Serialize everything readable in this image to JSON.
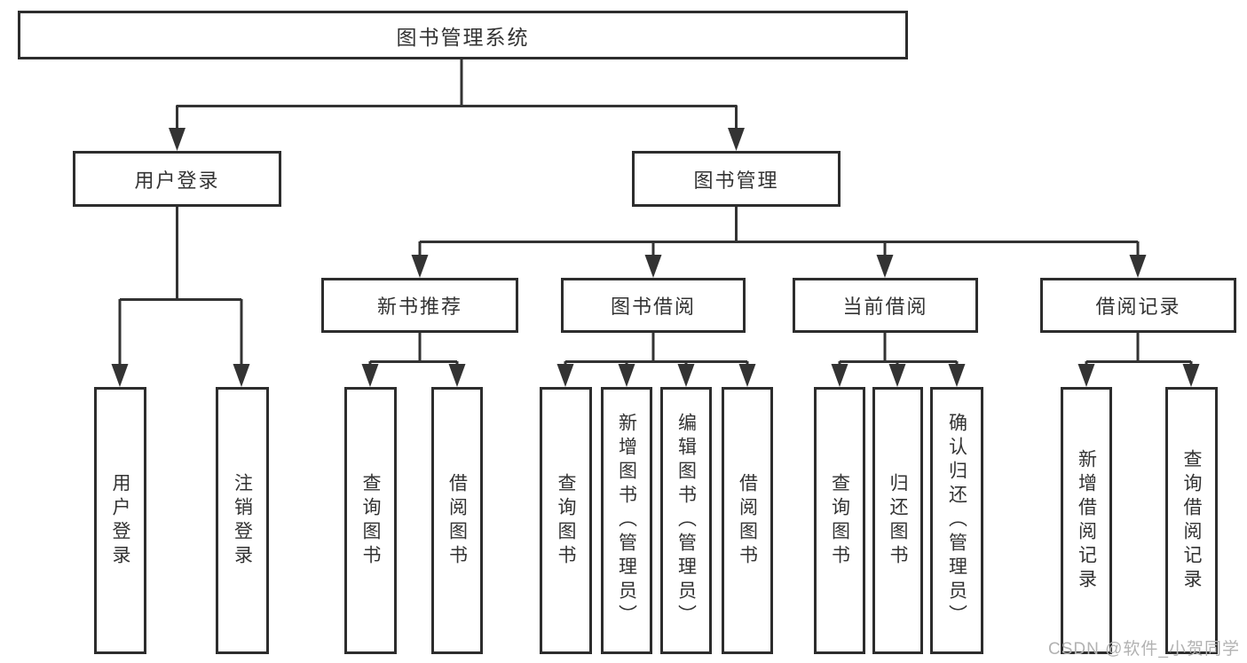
{
  "nodes": {
    "root": "图书管理系统",
    "user_login": "用户登录",
    "book_mgmt": "图书管理",
    "new_books": "新书推荐",
    "book_borrow": "图书借阅",
    "current_borrow": "当前借阅",
    "borrow_records": "借阅记录",
    "leaf_login": "用户登录",
    "leaf_logout": "注销登录",
    "leaf_newbook_query": "查询图书",
    "leaf_newbook_borrow": "借阅图书",
    "leaf_borrow_query": "查询图书",
    "leaf_borrow_add": "新增图书（管理员）",
    "leaf_borrow_edit": "编辑图书（管理员）",
    "leaf_borrow_borrow": "借阅图书",
    "leaf_current_query": "查询图书",
    "leaf_current_return": "归还图书",
    "leaf_current_confirm": "确认归还（管理员）",
    "leaf_records_add": "新增借阅记录",
    "leaf_records_query": "查询借阅记录"
  },
  "watermark": "CSDN @软件_小贺同学",
  "colors": {
    "line": "#333333",
    "box_border": "#2d2d2d",
    "text": "#333333",
    "watermark": "#b2b2b2",
    "background": "#ffffff"
  }
}
